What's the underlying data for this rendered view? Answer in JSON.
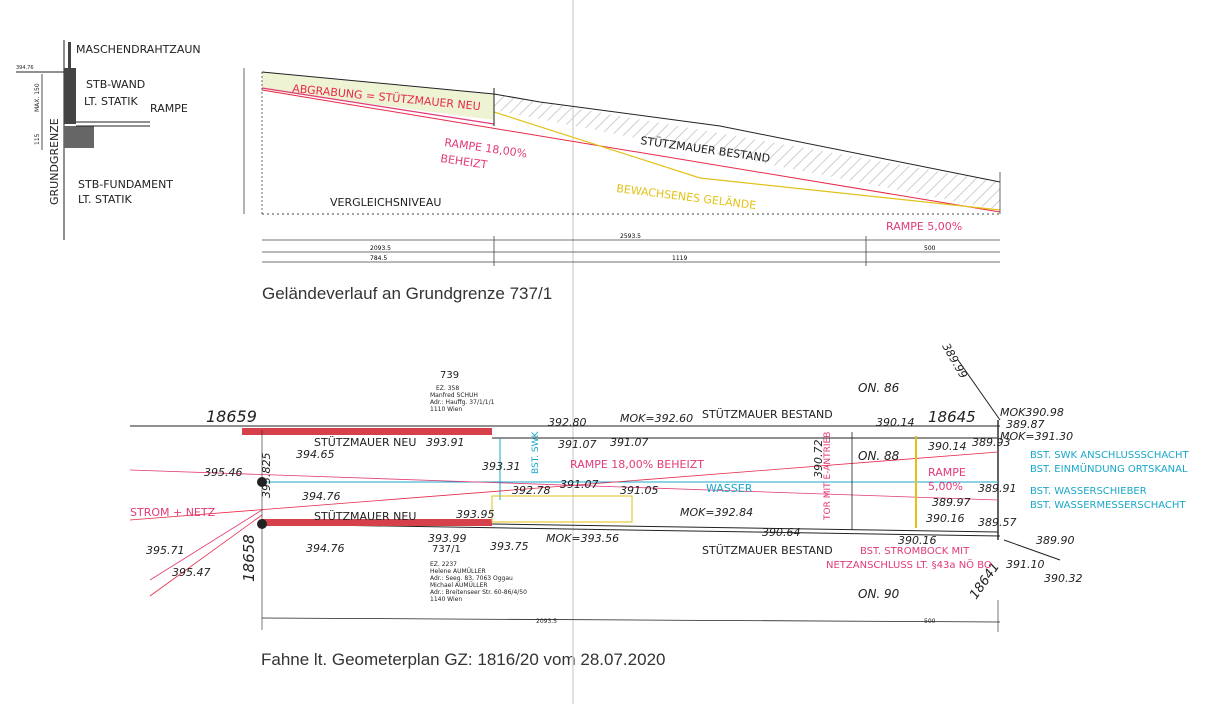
{
  "colors": {
    "ink": "#1e1e1e",
    "red": "#e8294a",
    "magenta": "#e23a7a",
    "cyan": "#1aa7c8",
    "yellow": "#e2c21a",
    "wall": "#d6404a",
    "green_fill": "#eef3d4",
    "hatch": "#c9c9c9"
  },
  "detail": {
    "fence": "MASCHENDRAHTZAUN",
    "wall_l1": "STB-WAND",
    "wall_l2": "LT. STATIK",
    "ramp": "RAMPE",
    "foundation_l1": "STB-FUNDAMENT",
    "foundation_l2": "LT. STATIK",
    "boundary": "GRUNDGRENZE",
    "dim_max": "MAX. 150",
    "dim_115": "115",
    "dim_level": "394.76"
  },
  "section": {
    "caption": "Geländeverlauf an Grundgrenze 737/1",
    "excavation": "ABGRABUNG = STÜTZMAUER NEU",
    "ramp_heated_l1": "RAMPE 18,00%",
    "ramp_heated_l2": "BEHEIZT",
    "existing_wall": "STÜTZMAUER BESTAND",
    "existing_grade": "BEWACHSENES GELÄNDE",
    "ramp_5": "RAMPE 5,00%",
    "reference": "VERGLEICHSNIVEAU",
    "dim_total": "2593.5",
    "dim_a": "2093.5",
    "dim_b": "784.5",
    "dim_c": "1119",
    "dim_d": "500"
  },
  "plan": {
    "caption": "Fahne lt. Geometerplan GZ: 1816/20 vom 28.07.2020",
    "parcel_739": "739",
    "ez_739": "EZ. 358",
    "owner_739": "Manfred SCHUH",
    "adr_739": "Adr.: Hauffg. 37/1/1/1",
    "city_739": "1110 Wien",
    "parcel_737": "737/1",
    "ez_737": "EZ. 2237",
    "owner_737a": "Helene AUMÜLLER",
    "adr_737a": "Adr.: Seeg. 83, 7063 Oggau",
    "owner_737b": "Michael AUMÜLLER",
    "adr_737b": "Adr.: Breitenseer Str. 60-86/4/50",
    "city_737": "1140 Wien",
    "pt_18659": "18659",
    "pt_18658": "18658",
    "pt_18645": "18645",
    "pt_18641": "18641",
    "on86": "ON. 86",
    "on88": "ON. 88",
    "on90": "ON. 90",
    "wall_new_top": "STÜTZMAUER NEU",
    "wall_new_bottom": "STÜTZMAUER NEU",
    "wall_exist_top": "STÜTZMAUER BESTAND",
    "wall_exist_bottom": "STÜTZMAUER BESTAND",
    "ramp_heated": "RAMPE 18,00% BEHEIZT",
    "water": "WASSER",
    "power": "STROM + NETZ",
    "swk": "BST. SWK",
    "gate": "TOR MIT E-ANTRIEB",
    "ramp5_l1": "RAMPE",
    "ramp5_l2": "5,00%",
    "leg_swk": "BST. SWK ANSCHLUSSSCHACHT",
    "leg_ortskanal": "BST. EINMÜNDUNG ORTSKANAL",
    "leg_schieber": "BST. WASSERSCHIEBER",
    "leg_messer": "BST. WASSERMESSERSCHACHT",
    "power_box_l1": "BST. STROMBOCK MIT",
    "power_box_l2": "NETZANSCHLUSS LT. §43a NÖ BO",
    "mok_top": "MOK=392.60",
    "mok_mid": "MOK=392.84",
    "mok_bot": "MOK=393.56",
    "mok_right1": "MOK390.98",
    "mok_right2": "MOK=391.30",
    "e_39280": "392.80",
    "e_39107a": "391.07",
    "e_39107b": "391.07",
    "e_39107c": "391.07",
    "e_39014": "390.14",
    "e_39014b": "390.14",
    "e_38987": "389.87",
    "e_38993": "389.93",
    "e_39465": "394.65",
    "e_39391": "393.91",
    "e_39331": "393.31",
    "e_39546": "395.46",
    "e_393825": "393.825",
    "e_39278": "392.78",
    "e_39105": "391.05",
    "e_39476a": "394.76",
    "e_39395": "393.95",
    "e_39072": "390.72",
    "e_38997": "389.97",
    "e_38991": "389.91",
    "e_39016": "390.16",
    "e_38957": "389.57",
    "e_39399": "393.99",
    "e_39375": "393.75",
    "e_39064": "390.64",
    "e_39016b": "390.16",
    "e_39110": "391.10",
    "e_38990": "389.90",
    "e_39032": "390.32",
    "e_39571": "395.71",
    "e_39547": "395.47",
    "e_39476b": "394.76",
    "e_38999": "389.99",
    "e_dim1": "2093.5",
    "e_dim2": "500"
  }
}
